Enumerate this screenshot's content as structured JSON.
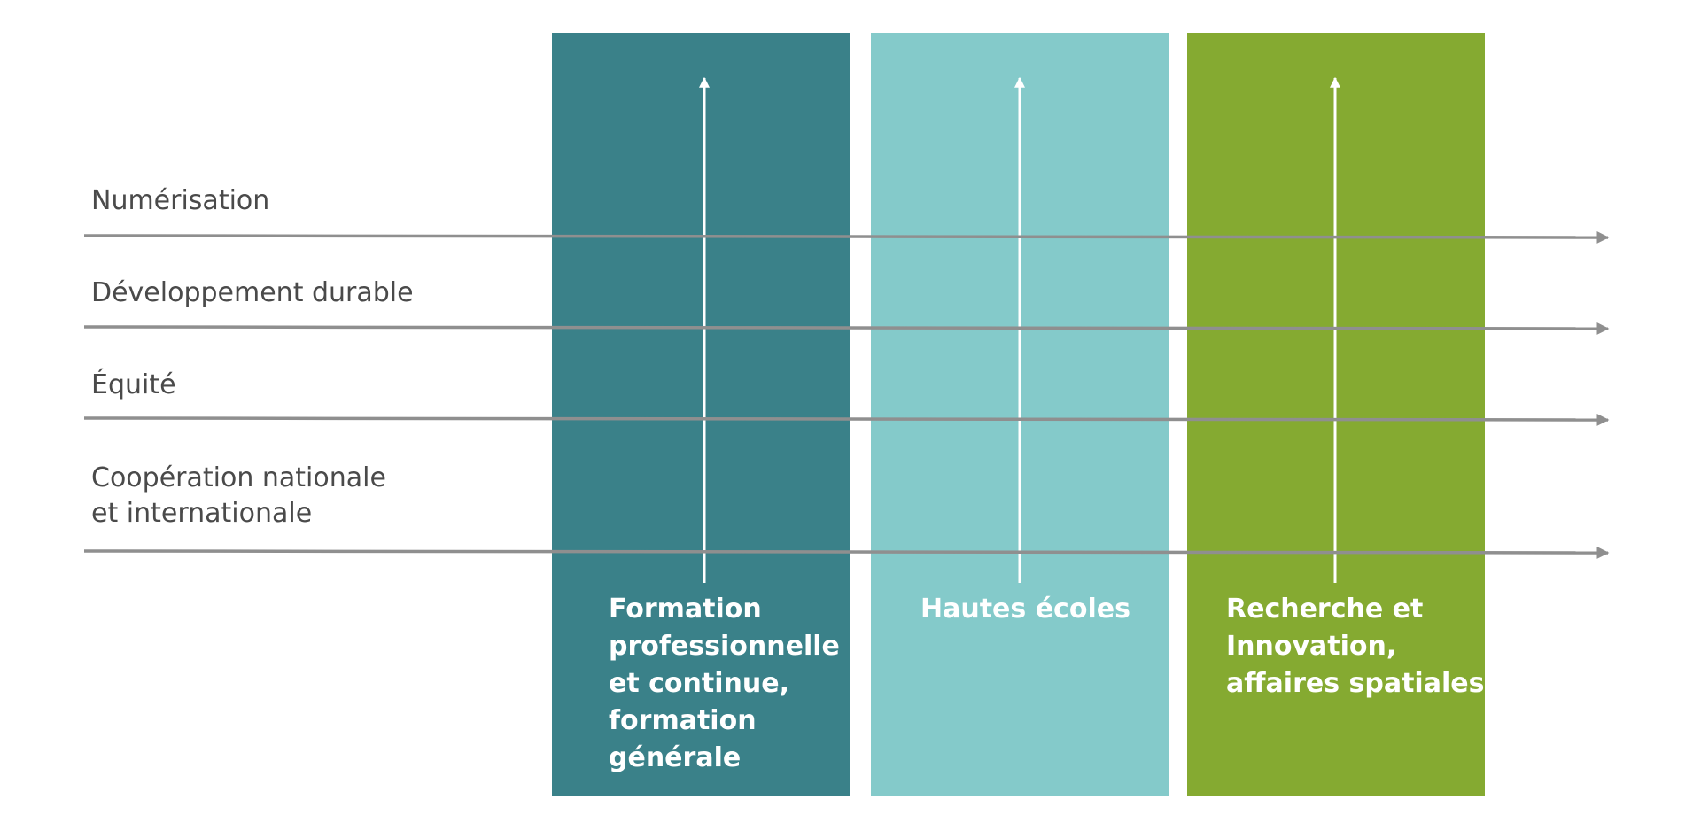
{
  "columns": [
    {
      "label": "Formation\nprofessionnelle\net continue,\nformation\ngénérale",
      "color": "#3a8189"
    },
    {
      "label": "Hautes écoles",
      "color": "#84caca"
    },
    {
      "label": "Recherche et\nInnovation,\naffaires spatiales",
      "color": "#85aa31"
    }
  ],
  "rows": [
    {
      "label": "Numérisation"
    },
    {
      "label": "Développement durable"
    },
    {
      "label": "Équité"
    },
    {
      "label": "Coopération nationale\net internationale"
    }
  ],
  "colors": {
    "horizontal_arrow": "#8f8f8f",
    "vertical_arrow": "#ffffff",
    "row_text": "#4a4a4a",
    "column_text": "#ffffff"
  }
}
